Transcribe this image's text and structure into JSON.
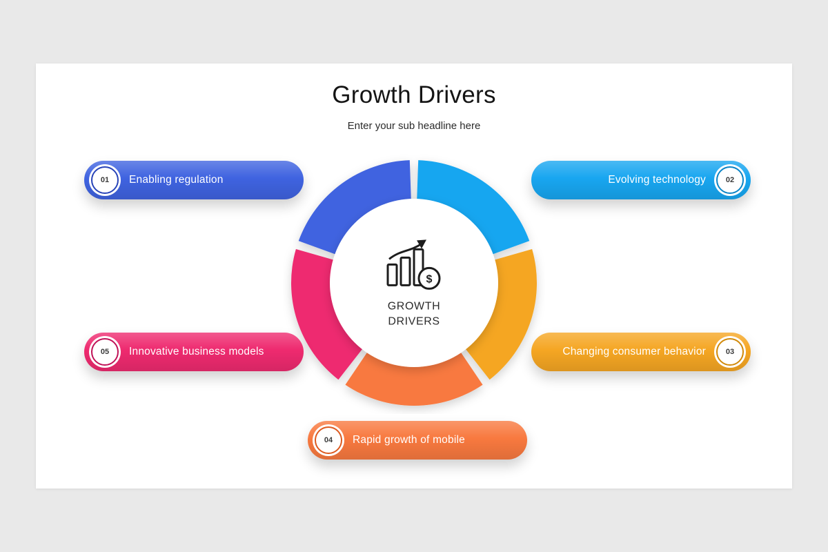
{
  "slide": {
    "title": "Growth Drivers",
    "subtitle": "Enter your sub headline here"
  },
  "center": {
    "label_line1": "GROWTH",
    "label_line2": "DRIVERS",
    "icon": "bar-chart-with-arrow-and-dollar-coin"
  },
  "donut": {
    "segment_count": 5,
    "segments": [
      {
        "id": "evolving-technology",
        "color": "#18a6f0"
      },
      {
        "id": "changing-consumer-behavior",
        "color": "#f5a623"
      },
      {
        "id": "rapid-growth-of-mobile",
        "color": "#f8793f"
      },
      {
        "id": "innovative-business-models",
        "color": "#ee2a6f"
      },
      {
        "id": "enabling-regulation",
        "color": "#3f63e0"
      }
    ]
  },
  "items": [
    {
      "number": "01",
      "label": "Enabling regulation",
      "color": "#3f63e0",
      "ring_color": "#2743b8",
      "badge_side": "left",
      "position": "top-left"
    },
    {
      "number": "02",
      "label": "Evolving technology",
      "color": "#18a6f0",
      "ring_color": "#0b84c6",
      "badge_side": "right",
      "position": "top-right"
    },
    {
      "number": "03",
      "label": "Changing consumer behavior",
      "color": "#f5a623",
      "ring_color": "#d18a0a",
      "badge_side": "right",
      "position": "mid-right"
    },
    {
      "number": "04",
      "label": "Rapid growth of mobile",
      "color": "#f8793f",
      "ring_color": "#dd5a1f",
      "badge_side": "left",
      "position": "bottom-center"
    },
    {
      "number": "05",
      "label": "Innovative business models",
      "color": "#ee2a6f",
      "ring_color": "#c01257",
      "badge_side": "left",
      "position": "mid-left"
    }
  ]
}
